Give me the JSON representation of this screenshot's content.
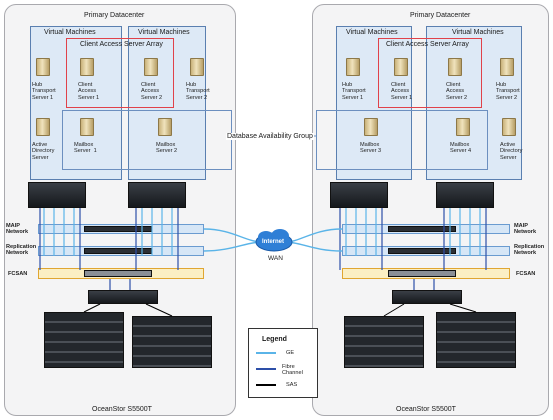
{
  "left_dc": {
    "title": "Primary Datacenter",
    "vm_titles": [
      "Virtual Machines",
      "Virtual Machines"
    ],
    "cas_title": "Client Access Server  Array",
    "servers": [
      {
        "label": "Hub\nTransport\nServer 1"
      },
      {
        "label": "Client\nAccess\nServer 1"
      },
      {
        "label": "Client\nAccess\nServer 2"
      },
      {
        "label": "Hub\nTransport\nServer 2"
      },
      {
        "label": "Active\nDirectory\nServer"
      },
      {
        "label": "Mailbox\nServer  1"
      },
      {
        "label": "Mailbox\nServer 2"
      }
    ],
    "networks": {
      "maip": "MAIP\nNetwork",
      "replication": "Replication\nNetwork",
      "fcsan": "FCSAN"
    },
    "storage_label": "OceanStor S5500T"
  },
  "right_dc": {
    "title": "Primary Datacenter",
    "vm_titles": [
      "Virtual Machines",
      "Virtual Machines"
    ],
    "cas_title": "Client Access Server  Array",
    "servers": [
      {
        "label": "Hub\nTransport\nServer 1"
      },
      {
        "label": "Client\nAccess\nServer 1"
      },
      {
        "label": "Client\nAccess\nServer 2"
      },
      {
        "label": "Hub\nTransport\nServer 2"
      },
      {
        "label": "Mailbox\nServer 3"
      },
      {
        "label": "Mailbox\nServer 4"
      },
      {
        "label": "Active\nDirectory\nServer"
      }
    ],
    "networks": {
      "maip": "MAIP\nNetwork",
      "replication": "Replication\nNetwork",
      "fcsan": "FCSAN"
    },
    "storage_label": "OceanStor S5500T"
  },
  "dag_label": "Database Availability Group",
  "internet_label": "Internet",
  "wan_label": "WAN",
  "legend": {
    "title": "Legend",
    "items": [
      {
        "label": "GE",
        "color": "#5ab4e8"
      },
      {
        "label": "Fibre\nChannel",
        "color": "#2d4fa8"
      },
      {
        "label": "SAS",
        "color": "#000000"
      }
    ]
  },
  "colors": {
    "vm_fill": "#dde9f6",
    "cas_border": "#e0424a",
    "network_bar": "#d6e6f6",
    "fcsan_bar": "#fbefc4"
  }
}
